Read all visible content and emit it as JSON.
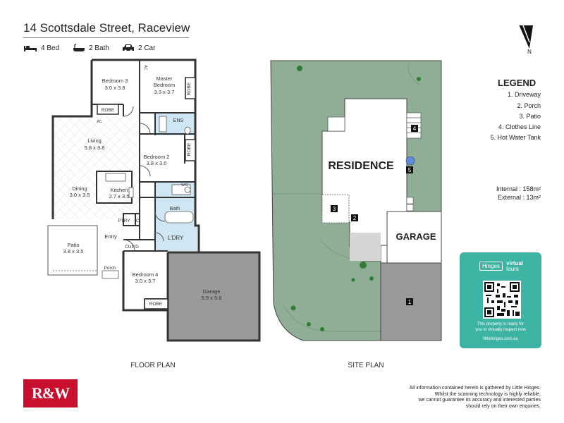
{
  "header": {
    "address": "14 Scottsdale Street, Raceview",
    "beds": "4 Bed",
    "baths": "2 Bath",
    "cars": "2 Car"
  },
  "floor_plan": {
    "caption": "FLOOR PLAN",
    "rooms": {
      "bedroom3_name": "Bedroom 3",
      "bedroom3_dim": "3.0 x 3.8",
      "master_name1": "Master",
      "master_name2": "Bedroom",
      "master_dim": "3.3 x 3.7",
      "robe": "ROBE",
      "ens": "ENS",
      "ac": "AC",
      "living_name": "Living",
      "living_dim": "5.8 x 3.8",
      "bedroom2_name": "Bedroom 2",
      "bedroom2_dim": "3.8 x 3.0",
      "dining_name": "Dining",
      "dining_dim": "3.0 x 3.5",
      "kitchen_name": "Kitchen",
      "kitchen_dim": "2.7 x 3.5",
      "wc": "W/C",
      "bath": "Bath",
      "ptry": "PTRY",
      "c": "C",
      "ldry": "L'DRY",
      "patio_name": "Patio",
      "patio_dim": "3.8 x 3.5",
      "entry": "Entry",
      "cupd": "CUP'D",
      "porch": "Porch",
      "bedroom4_name": "Bedroom 4",
      "bedroom4_dim": "3.0 x 3.7",
      "garage_name": "Garage",
      "garage_dim": "5.9 x 5.8"
    }
  },
  "site_plan": {
    "caption": "SITE PLAN",
    "residence": "RESIDENCE",
    "garage": "GARAGE",
    "markers": [
      "1",
      "2",
      "3",
      "4",
      "5"
    ]
  },
  "compass": {
    "label": "N"
  },
  "legend": {
    "title": "LEGEND",
    "items": [
      "1. Driveway",
      "2. Porch",
      "3. Patio",
      "4. Clothes Line",
      "5. Hot Water Tank"
    ]
  },
  "areas": {
    "internal": "Internal  : 158m²",
    "external": "External :   13m²"
  },
  "virtual_tours": {
    "brand": "Hinges",
    "tag1": "virtual",
    "tag2": "tours",
    "text1": "This property is ready for",
    "text2": "you to virtually inspect now",
    "url": "littlehinges.com.au"
  },
  "logo": {
    "text": "R&W"
  },
  "disclaimer": [
    "All information contained herein is gathered by Little Hinges.",
    "Whilst the scanning technology is highly reliable,",
    "we cannot guarantee its accuracy and interested parties",
    "should rely on their own enquiries."
  ],
  "colors": {
    "lawn": "#8fae95",
    "driveway": "#9a9a9a",
    "wet_area": "#cfe6f5",
    "accent": "#3db3a3",
    "brand_red": "#c8102e"
  }
}
